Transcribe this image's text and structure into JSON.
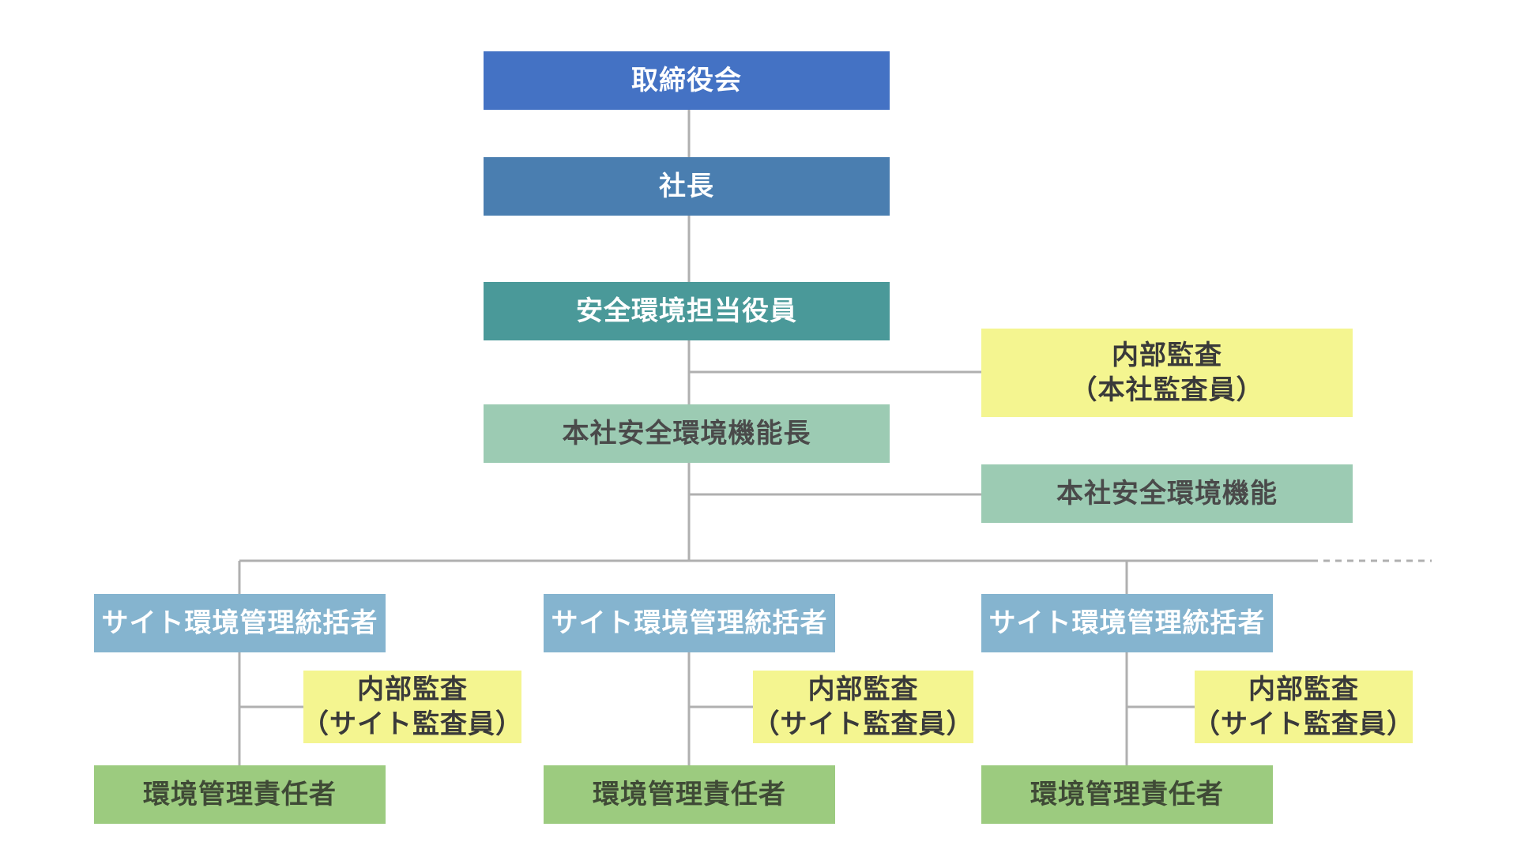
{
  "nodes": {
    "board": "取締役会",
    "president": "社長",
    "safety_env_officer": "安全環境担当役員",
    "internal_audit_hq": [
      "内部監査",
      "（本社監査員）"
    ],
    "hq_safety_env_head": "本社安全環境機能長",
    "hq_safety_env_function": "本社安全環境機能"
  },
  "sites": [
    {
      "manager": "サイト環境管理統括者",
      "audit": [
        "内部監査",
        "（サイト監査員）"
      ],
      "responsible": "環境管理責任者"
    },
    {
      "manager": "サイト環境管理統括者",
      "audit": [
        "内部監査",
        "（サイト監査員）"
      ],
      "responsible": "環境管理責任者"
    },
    {
      "manager": "サイト環境管理統括者",
      "audit": [
        "内部監査",
        "（サイト監査員）"
      ],
      "responsible": "環境管理責任者"
    }
  ],
  "colors": {
    "board": "#4472C4",
    "president": "#4A7EB0",
    "officer": "#4A9999",
    "hq_function": "#9CCBB3",
    "audit": "#F4F590",
    "site_manager": "#85B4CF",
    "env_responsible": "#9CCB7F",
    "connector": "#B0B0B0"
  }
}
